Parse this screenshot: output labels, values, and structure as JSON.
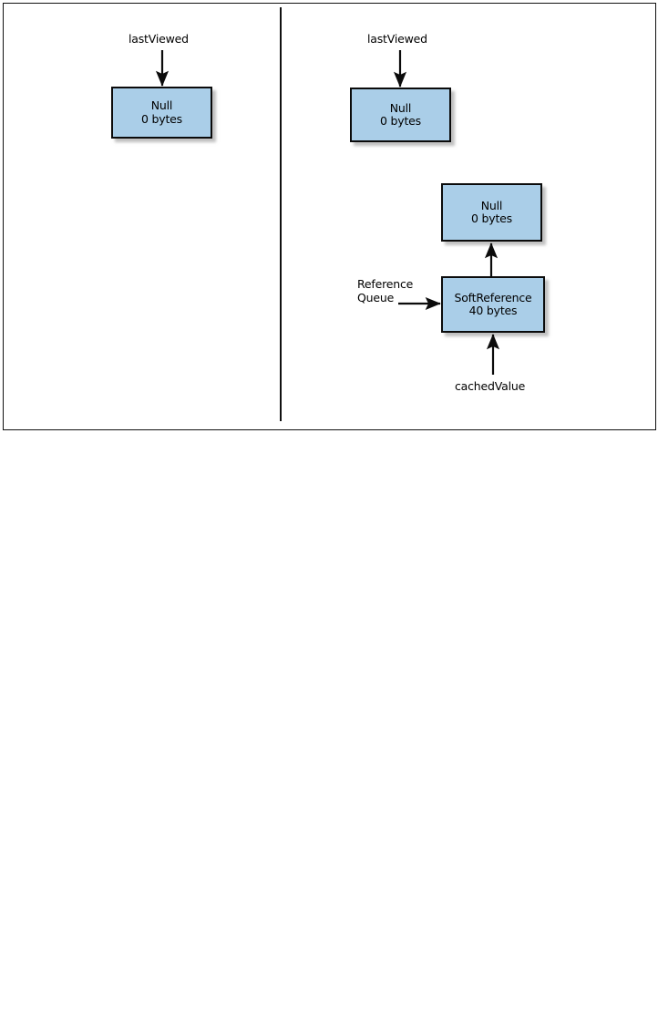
{
  "figure": {
    "frame": {
      "border_color": "#111111"
    },
    "divider": {
      "orientation": "vertical",
      "color": "#111111"
    },
    "node_fill_color": "#aacee8",
    "node_border_color": "#0b0b0b",
    "panels": [
      {
        "id": "left",
        "name": "before-collection",
        "labels": [
          {
            "name": "lastViewed",
            "text": "lastViewed"
          }
        ],
        "nodes": [
          {
            "name": "null-object",
            "line1": "Null",
            "line2": "0 bytes"
          }
        ],
        "arrows": [
          {
            "name": "lastviewed-to-null",
            "direction": "down"
          }
        ]
      },
      {
        "id": "right",
        "name": "after-collection",
        "labels": [
          {
            "name": "lastViewed",
            "text": "lastViewed"
          },
          {
            "name": "reference-queue",
            "line1": "Reference",
            "line2": "Queue"
          },
          {
            "name": "cachedValue",
            "text": "cachedValue"
          }
        ],
        "nodes": [
          {
            "name": "null-object-top",
            "line1": "Null",
            "line2": "0 bytes"
          },
          {
            "name": "null-object-referent",
            "line1": "Null",
            "line2": "0 bytes"
          },
          {
            "name": "softreference-object",
            "line1": "SoftReference",
            "line2": "40 bytes"
          }
        ],
        "arrows": [
          {
            "name": "lastviewed-to-null",
            "direction": "down"
          },
          {
            "name": "softreference-to-null",
            "direction": "up"
          },
          {
            "name": "referencequeue-to-softreference",
            "direction": "right"
          },
          {
            "name": "cachedvalue-to-softreference",
            "direction": "up"
          }
        ]
      }
    ]
  },
  "text": {
    "last_viewed": "lastViewed",
    "null_label": "Null",
    "zero_bytes": "0 bytes",
    "soft_reference": "SoftReference",
    "forty_bytes": "40 bytes",
    "reference": "Reference",
    "queue": "Queue",
    "cached_value": "cachedValue"
  }
}
